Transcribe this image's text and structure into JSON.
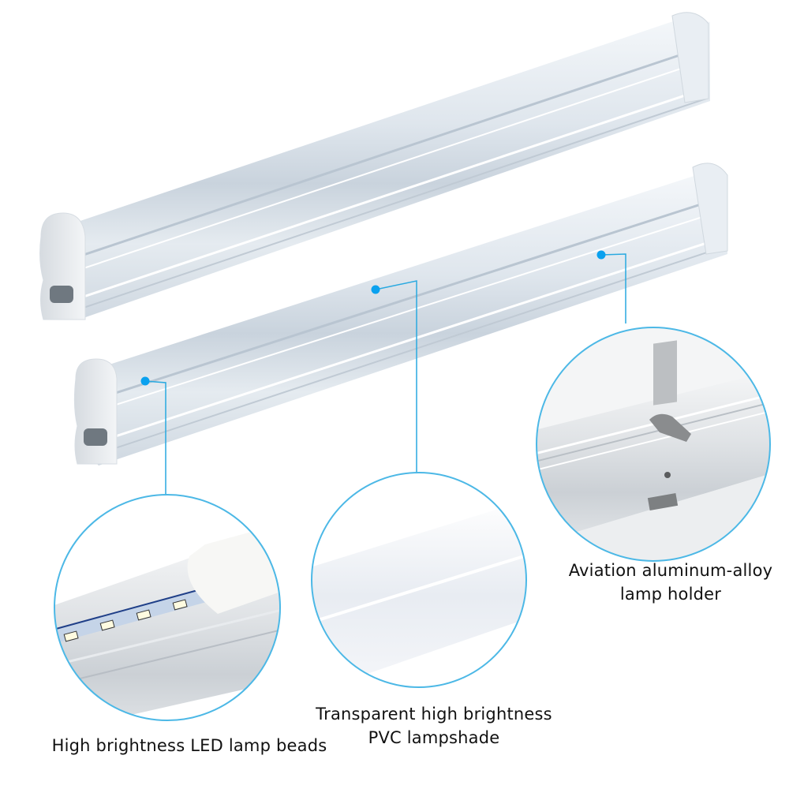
{
  "product": {
    "name": "LED T5 tube light fixture",
    "count_shown": 2
  },
  "colors": {
    "accent": "#29a9e0",
    "background": "#ffffff",
    "text": "#111111",
    "aluminum": "#d4dbe2",
    "pvc": "#eef1f5"
  },
  "callouts": [
    {
      "id": "led-beads",
      "icon": "magnifier-circle-leds",
      "caption_lines": [
        "High brightness LED lamp beads"
      ]
    },
    {
      "id": "pvc-shade",
      "icon": "magnifier-circle-lampshade",
      "caption_lines": [
        "Transparent high brightness",
        "PVC lampshade"
      ]
    },
    {
      "id": "lamp-holder",
      "icon": "magnifier-circle-clip",
      "caption_lines": [
        "Aviation aluminum-alloy",
        "lamp holder"
      ]
    }
  ]
}
